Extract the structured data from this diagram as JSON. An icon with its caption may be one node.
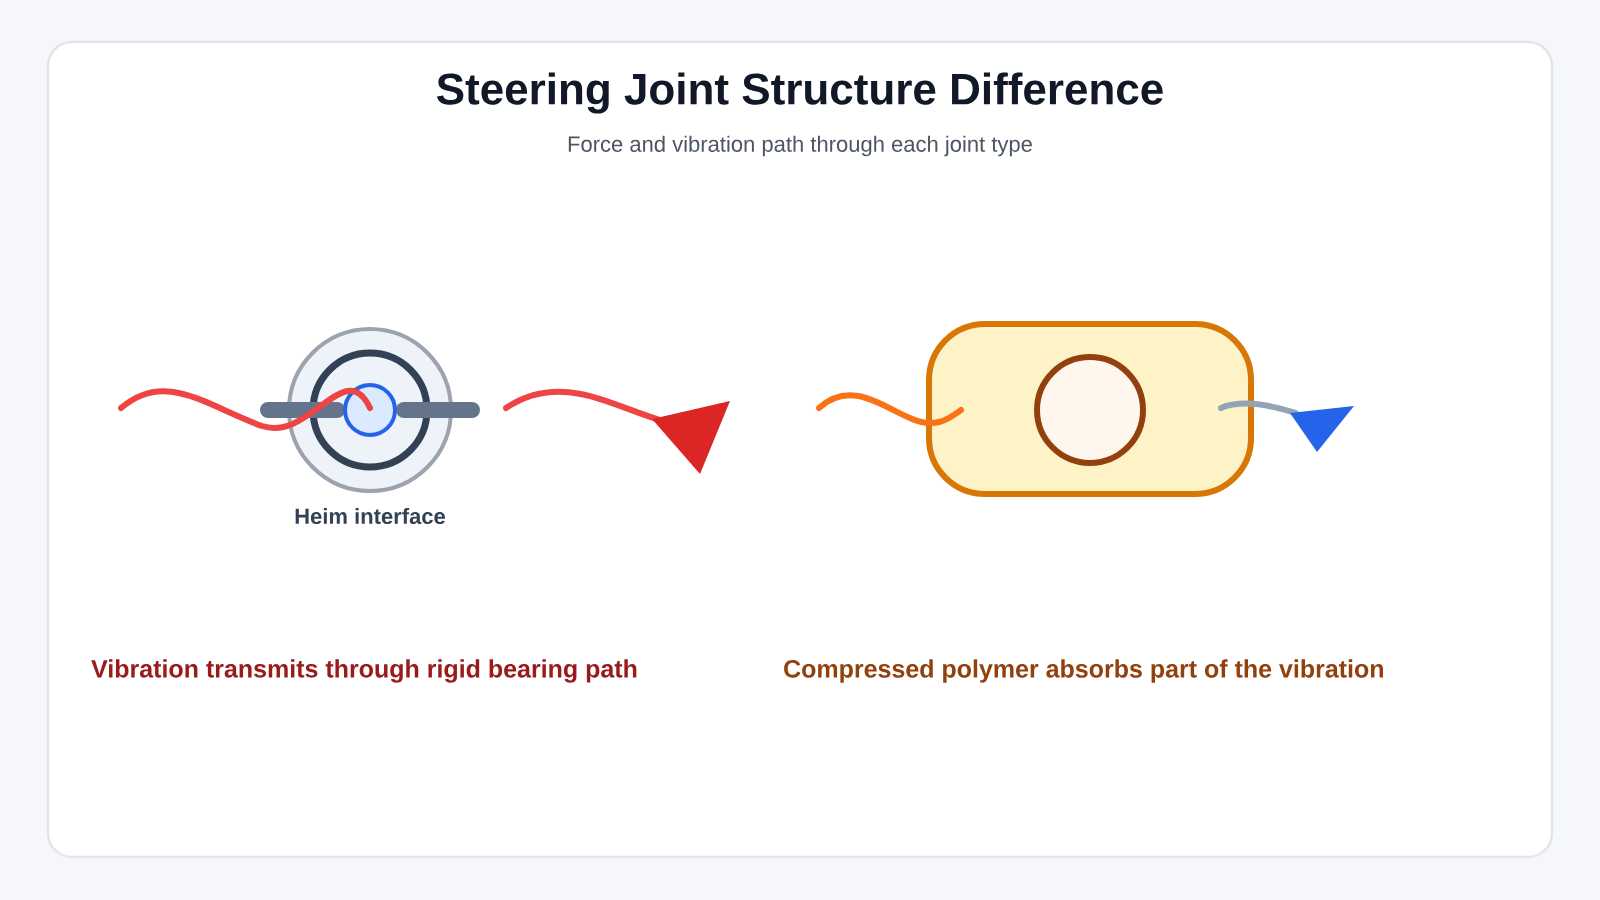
{
  "diagram": {
    "title": "Steering Joint Structure Difference",
    "labels": [
      "Force and vibration path through each joint type",
      "Heim interface",
      "Vibration transmits through rigid bearing path",
      "Compressed polymer absorbs part of the vibration"
    ]
  }
}
